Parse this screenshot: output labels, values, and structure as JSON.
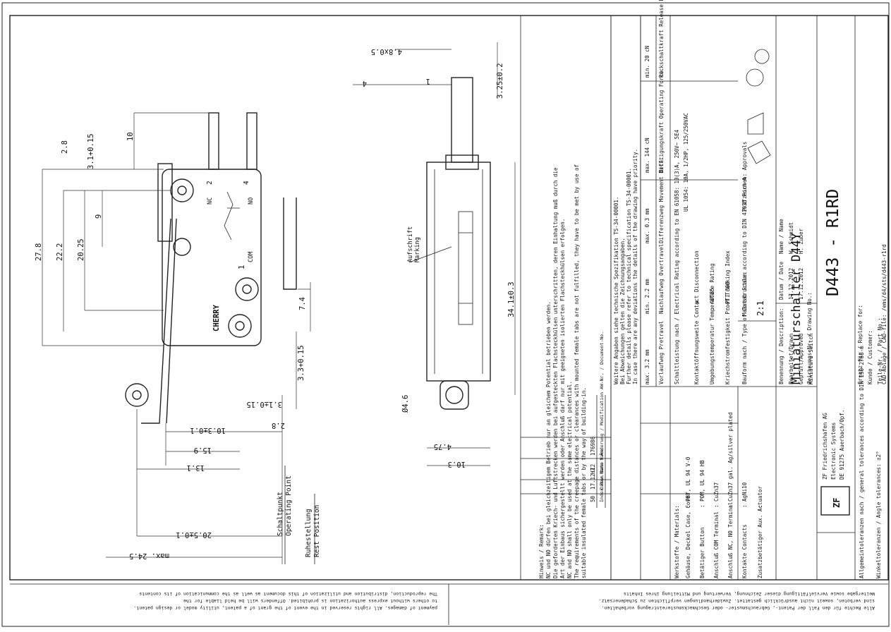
{
  "side_view": {
    "dims": {
      "d27_8": "27.8",
      "d22_2": "22.2",
      "d20_25": "20.25",
      "d9": "9",
      "d2_8_top": "2.8",
      "d10": "10",
      "d3_1_tol": "3.1+0.15",
      "d7_4": "7.4",
      "d3_3_tol": "3.3+0.15",
      "d3_1_bot": "3.1±0.15",
      "d2_8_bot": "2.8",
      "d10_3": "10.3±0.1",
      "d15_9": "15.9",
      "d13_1": "13.1",
      "d20_5": "20.5±0.1",
      "dmax24_5": "max. 24.5"
    },
    "labels": {
      "nc": "NC",
      "no": "NO",
      "com": "COM",
      "n1": "1",
      "n2": "2",
      "n4": "4",
      "logo": "CHERRY",
      "schaltpunkt": "Schaltpunkt",
      "operating_point": "Operating Point",
      "ruhestellung": "Ruhestellung",
      "rest_position": "Rest Position"
    }
  },
  "front_view": {
    "dims": {
      "d4_8x0_5": "4.8x0.5",
      "d4": "4",
      "d1": "1",
      "d3_25": "3.25±0.2",
      "d34_1": "34.1±0.3",
      "d4_6": "Ø4.6",
      "d4_75": "4.75",
      "d10_3": "10.3"
    },
    "labels": {
      "aufschrift": "Aufschrift",
      "marking": "Marking"
    }
  },
  "notes": {
    "lines": [
      "Hinweis / Remark:",
      "NC und NO dürfen bei gleichzeitigem Betrieb nur an gleichem Potential betrieben werden.",
      "Die geforderten Kriech- und Luftstrecken werden bei aufgesteckten Flachsteckhülsen unterschritten, deren Einhaltung muß durch die",
      "Art der Einbaus sichergestellt werden oder Anschluß darf nur mit geeigneten isolierten Flachsteckhülsen erfolgen.",
      "NC and NO shall only be used at the same electrical potential.",
      "The requirements of the creepage distances or clearances with mounted female tabs are not fulfilled, they have to be met by use of",
      "suitable insulated female tabs or by the way of building-in."
    ],
    "spec_lines": [
      "Weitere Angaben siehe technische Spezifikation TS-34-00001.",
      "Bei Abweichungen gelten die Zeichnungsangaben.",
      "Further details please refer to technical specification TS-34-00001.",
      "In case there are any deviations the details of the drawing have priority."
    ]
  },
  "revision": {
    "index": "50",
    "date": "17.12.12",
    "name": "HZ",
    "doc": "176986",
    "h_index": "Index Rev.",
    "h_date": "Datum Date",
    "h_name": "Name Name",
    "h_doc": "Änderung / Modification AW-Nr. / Document-No."
  },
  "travel": [
    {
      "head": "max. 3.2 mm",
      "label": "Vorlaufweg Pretravel"
    },
    {
      "head": "min. 2.2 mm",
      "label": "Nachlaufweg Overtravel"
    },
    {
      "head": "max. 0.3 mm",
      "label": "Differenzweg Movement Diff."
    },
    {
      "head": "max. 144 cN",
      "label": "Betätigungskraft Operating Force"
    },
    {
      "head": "min. 20 cN",
      "label": "Rückschaltkraft Release Force"
    }
  ],
  "rating": {
    "line1": "Schaltleistung nach / Electrical Rating according to EN 61058: 10(3)A, 250V~ 5E4",
    "line2": "UL 1054: 10A, 1/2HP, 125/250VAC"
  },
  "materials": [
    {
      "label": "Werkstoffe / Materials:",
      "value": ""
    },
    {
      "label": "Gehäuse, Deckel Case, Cover",
      "value": ": PBT, UL 94 V-0"
    },
    {
      "label": "Betätiger Button",
      "value": ": POM, UL 94 HB"
    },
    {
      "label": "Anschluß COM Terminal",
      "value": ": CuZn37"
    },
    {
      "label": "Anschluß NC, NO Terminal",
      "value": ": CuZn37 gal. Ag/silver plated"
    },
    {
      "label": "Kontakte Contacts",
      "value": ": AgNi10"
    },
    {
      "label": "Zusatzbetätiger Aux. Actuator",
      "value": ":"
    }
  ],
  "props": [
    {
      "label": "Kontaktöffnungsweite Contact Disconnection",
      "value": ": µ"
    },
    {
      "label": "Umgebungstemperatur Temperature Rating",
      "value": ": 40T85"
    },
    {
      "label": "Kriechstromfestigkeit Proof Tracking Index",
      "value": ": PTI 300"
    }
  ],
  "title_block": {
    "pruefzeichen": "Prüfzeichen: Approvals",
    "bauform": "Bauform nach / Type of Construction according to DIN 41635 Form A",
    "massstab_label": "Maßstab Scale:",
    "scale": "2:1",
    "benennung_label": "Benennung / Description:",
    "title": "Miniaturschalter D44Y",
    "subtitle": "Miniature Switch",
    "col_datum": "Datum / Date",
    "col_name": "Name / Name",
    "bearbeitet": "Bearbeitet/Drawn",
    "drawn_date": "17.12.2012",
    "drawn_name": "W. Schmidt",
    "geprueft": "Geprüft/Approved",
    "approved_date": "17.12.2012",
    "approved_name": "H. Zuber",
    "zeichnungs_label": "Zeichnungs-Nr. / Drawing No.:",
    "drawing_no": "D443 - R1RD",
    "company1": "ZF Friedrichshafen AG",
    "company2": "Electronic Systems",
    "company3": "DE 91275 Auerbach/Opf.",
    "logo": "ZF",
    "ersatz": "Ersatz für / Replace for:",
    "kunde": "Kunde / Customer:",
    "teile": "Teile-Nr. / Part No.:",
    "cad": "CAD-Ablage / CAD-file: /ems/d4/sts/d443-r1rd",
    "tol1": "Allgemeintoleranzen nach / general tolerances according to DIN ISO 2768-m",
    "tol2": "Winkeltoleranzen / Angle tolerances: ±2°"
  },
  "footer": {
    "left1": "The reproduction, distribution and utilization of this document as well as the communication of its contents",
    "left2": "to others without express authorization is prohibited. Offenders will be held liable for the",
    "left3": "payment of damages. All rights reserved in the event of the grant of a patent, utility model or design patent.",
    "right1": "Weitergabe sowie Vervielfältigung dieser Zeichnung, Verwertung und Mitteilung ihres Inhalts",
    "right2": "sind verboten, soweit nicht ausdrücklich gestattet. Zuwiderhandlungen verpflichten zu Schadenersatz.",
    "right3": "Alle Rechte für den Fall der Patent-, Gebrauchsmuster- oder Geschmacksmustereintragung vorbehalten."
  }
}
